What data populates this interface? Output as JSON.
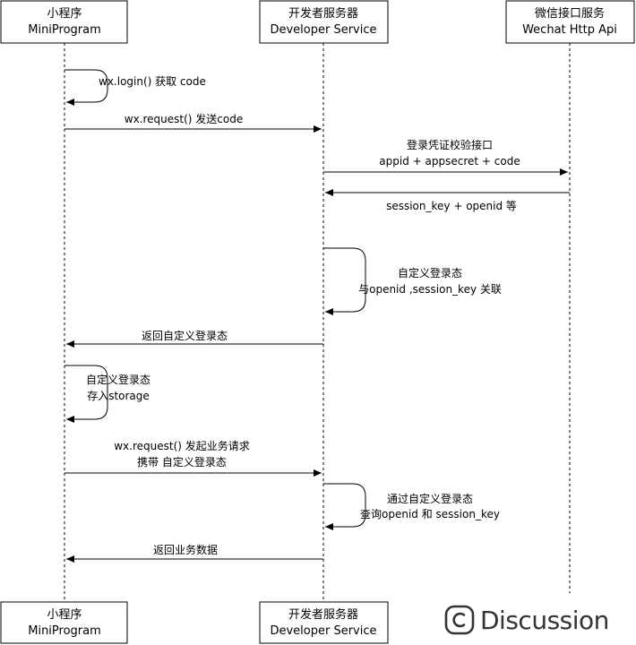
{
  "participants": [
    {
      "id": "mini",
      "name_cn": "小程序",
      "name_en": "MiniProgram"
    },
    {
      "id": "dev",
      "name_cn": "开发者服务器",
      "name_en": "Developer Service"
    },
    {
      "id": "wx",
      "name_cn": "微信接口服务",
      "name_en": "Wechat Http Api"
    }
  ],
  "messages": [
    {
      "type": "self",
      "from": "mini",
      "lines": [
        "wx.login() 获取 code"
      ]
    },
    {
      "type": "arrow",
      "from": "mini",
      "to": "dev",
      "lines": [
        "wx.request() 发送code"
      ]
    },
    {
      "type": "arrow",
      "from": "dev",
      "to": "wx",
      "lines": [
        "登录凭证校验接口",
        "appid + appsecret + code"
      ]
    },
    {
      "type": "arrow",
      "from": "wx",
      "to": "dev",
      "lines": [
        "session_key + openid 等"
      ]
    },
    {
      "type": "self",
      "from": "dev",
      "lines": [
        "自定义登录态",
        "与openid ,session_key 关联"
      ]
    },
    {
      "type": "arrow",
      "from": "dev",
      "to": "mini",
      "lines": [
        "返回自定义登录态"
      ]
    },
    {
      "type": "self",
      "from": "mini",
      "lines": [
        "自定义登录态",
        "存入storage"
      ]
    },
    {
      "type": "arrow",
      "from": "mini",
      "to": "dev",
      "lines": [
        "wx.request() 发起业务请求",
        "携带 自定义登录态"
      ]
    },
    {
      "type": "self",
      "from": "dev",
      "lines": [
        "通过自定义登录态",
        "查询openid 和 session_key"
      ]
    },
    {
      "type": "arrow",
      "from": "dev",
      "to": "mini",
      "lines": [
        "返回业务数据"
      ]
    }
  ],
  "watermark": {
    "text": "Discussion",
    "icon": "discussion-c-icon"
  }
}
